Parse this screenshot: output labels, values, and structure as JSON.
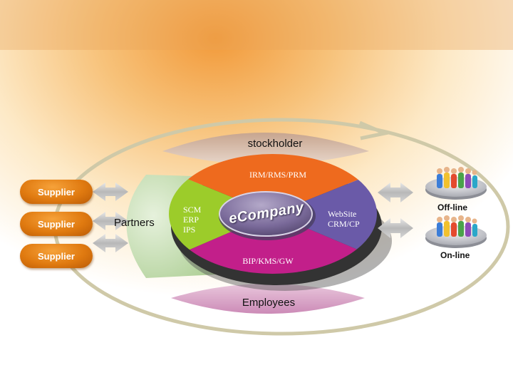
{
  "diagram": {
    "center": "eCompany",
    "top_band": "stockholder",
    "bottom_band": "Employees",
    "left_partner": "Partners",
    "suppliers": [
      "Supplier",
      "Supplier",
      "Supplier"
    ],
    "ring_top": "IRM/RMS/PRM",
    "ring_left": [
      "SCM",
      "ERP",
      "IPS"
    ],
    "ring_right": [
      "WebSite",
      "CRM/CP"
    ],
    "ring_bottom": "BIP/KMS/GW",
    "customer_offline": "Off-line",
    "customer_online": "On-line"
  },
  "colors": {
    "ring_top": "#ee6a1e",
    "ring_left": "#9ccc2a",
    "ring_right": "#6a5aa8",
    "ring_bottom": "#c21f8a",
    "supplier": "#e07a10",
    "partners": "#bcd8a6",
    "stockholder_band": "#c9ad9a",
    "employees_band": "#d49ac3"
  }
}
